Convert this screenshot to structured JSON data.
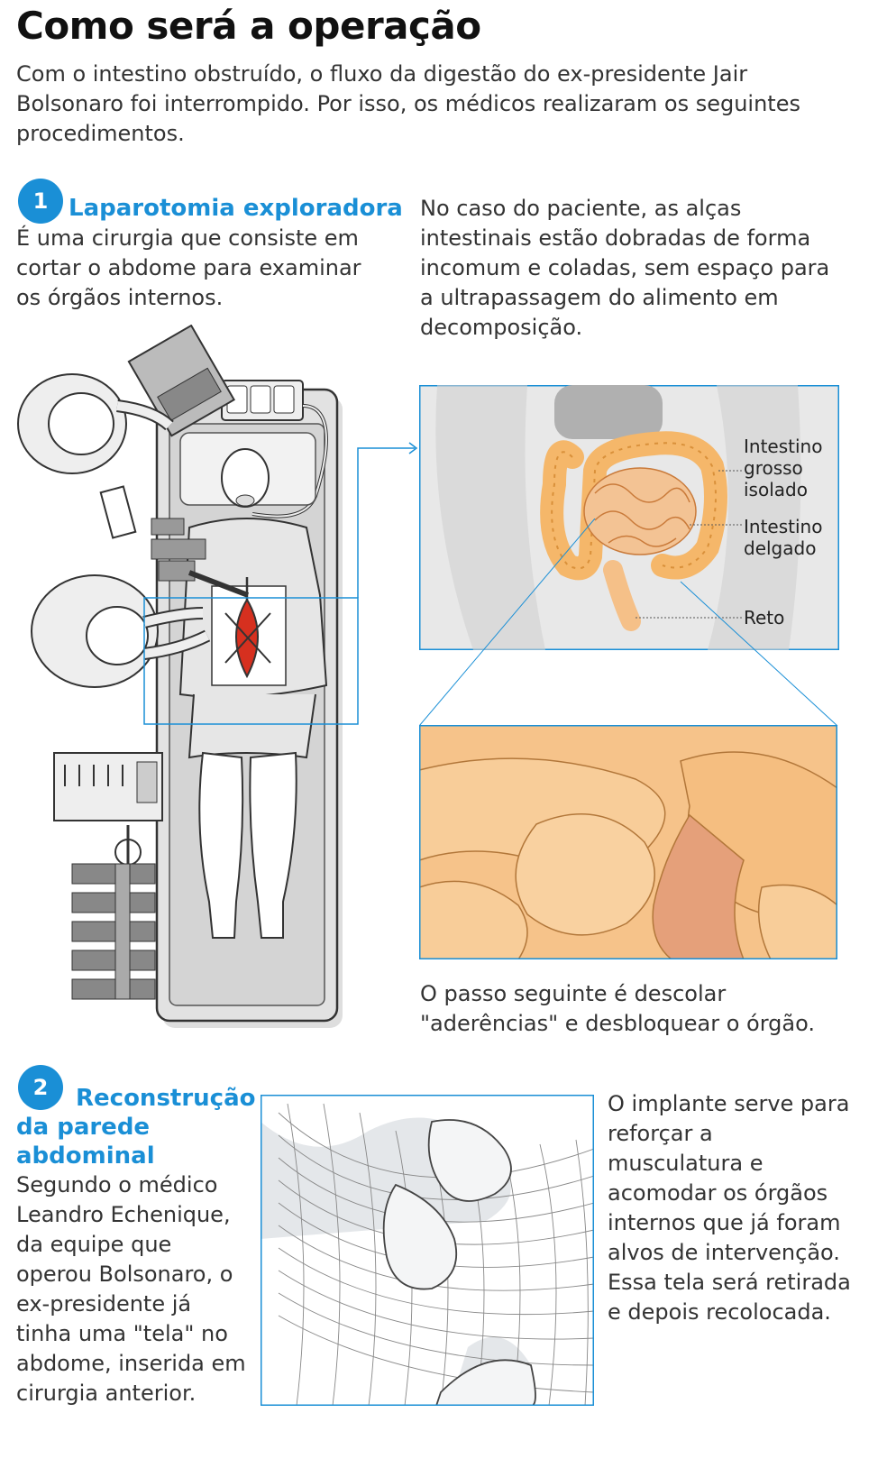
{
  "header": {
    "title": "Como será a operação",
    "intro": "Com o intestino obstruído, o fluxo da digestão do ex-presidente Jair Bolsonaro foi interrompido. Por isso, os médicos realizaram os seguintes procedimentos."
  },
  "step1": {
    "number": "1",
    "title": "Laparotomia exploradora",
    "description": "É uma cirurgia que consiste em cortar o abdome para examinar os órgãos internos.",
    "note": "No caso do paciente, as alças intestinais estão dobradas de forma incomum e coladas, sem espaço para a ultrapassagem do alimento em decomposição.",
    "labels": {
      "large_intestine": [
        "Intestino",
        "grosso",
        "isolado"
      ],
      "small_intestine": [
        "Intestino",
        "delgado"
      ],
      "rectum": "Reto"
    },
    "next_step": "O passo seguinte é descolar \"aderências\" e desbloquear o órgão."
  },
  "step2": {
    "number": "2",
    "title_lines": [
      "Reconstrução",
      "da parede",
      "abdominal"
    ],
    "description": "Segundo o médico Leandro Echenique, da equipe que operou Bolsonaro, o ex-presidente já tinha uma \"tela\" no abdome, inserida em cirurgia anterior.",
    "note": "O implante serve para reforçar a musculatura e acomodar os órgãos internos que já foram alvos de intervenção.  Essa tela será retirada e depois recolocada."
  },
  "colors": {
    "accent": "#1a8fd6",
    "intestine": "#f5b76a",
    "incision": "#d6301f"
  }
}
